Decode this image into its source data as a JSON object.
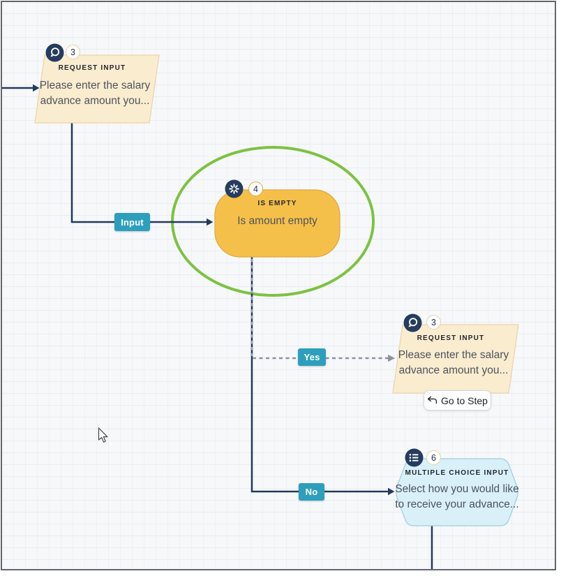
{
  "canvas": {
    "description": "workflow flow-builder canvas",
    "colors": {
      "canvas_bg": "#f7f8fa",
      "canvas_border": "#63666b",
      "edge_solid": "#24395c",
      "edge_dashed": "#8a92a4",
      "label_teal": "#2d9fbc",
      "request_node_fill": "#faeccf",
      "request_node_border": "#e9d4a7",
      "condition_node_fill": "#f5c049",
      "condition_node_border": "#dca83d",
      "choice_node_fill": "#d9f0f9",
      "choice_node_border": "#9fccdd",
      "step_icon_circle": "#253c5e",
      "badge_bg": "#ffffff",
      "badge_border": "#e7d2a0",
      "highlight_ellipse": "#7dc242"
    }
  },
  "nodes": {
    "request_top": {
      "step": "3",
      "icon": "chat-bubble",
      "type_label": "REQUEST INPUT",
      "line1": "Please enter the salary",
      "line2": "advance amount you..."
    },
    "condition": {
      "step": "4",
      "icon": "spinner",
      "type_label": "IS EMPTY",
      "line1": "Is amount empty"
    },
    "request_right": {
      "step": "3",
      "icon": "chat-bubble",
      "type_label": "REQUEST INPUT",
      "line1": "Please enter the salary",
      "line2": "advance amount you...",
      "action_label": "Go to Step"
    },
    "choice": {
      "step": "6",
      "icon": "list",
      "type_label": "MULTIPLE CHOICE INPUT",
      "line1": "Select how you would like",
      "line2": "to receive your advance..."
    }
  },
  "edges": {
    "input_label": "Input",
    "yes_label": "Yes",
    "no_label": "No"
  }
}
